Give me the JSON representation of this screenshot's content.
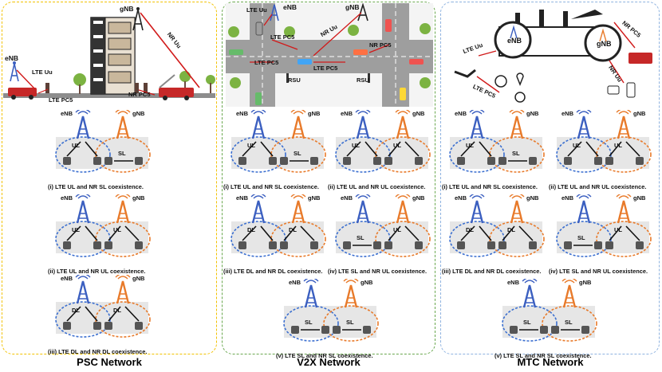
{
  "panels": {
    "psc": {
      "title": "PSC Network",
      "color": "#f2c200"
    },
    "v2x": {
      "title": "V2X Network",
      "color": "#6aa84f"
    },
    "mtc": {
      "title": "MTC Network",
      "color": "#8fb3e0"
    }
  },
  "colors": {
    "enb_tower": "#3b5fc0",
    "gnb_tower": "#e87a2a",
    "enb_ellipse": "#3b6fd0",
    "gnb_ellipse": "#e87a2a",
    "link": "#d11a1a"
  },
  "scene_labels": {
    "psc": {
      "enb": "eNB",
      "gnb": "gNB",
      "lte_uu": "LTE Uu",
      "nr_uu": "NR Uu",
      "lte_pc5": "LTE PC5",
      "nr_pc5": "NR PC5"
    },
    "v2x": {
      "lte_uu": "LTE Uu",
      "enb": "eNB",
      "gnb": "gNB",
      "lte_pc5_a": "LTE PC5",
      "nr_uu": "NR Uu",
      "nr_pc5": "NR PC5",
      "lte_pc5_b": "LTE PC5",
      "lte_pc5_c": "LTE PC5",
      "rsu_a": "RSU",
      "rsu_b": "RSU"
    },
    "mtc": {
      "enb": "eNB",
      "gnb": "gNB",
      "lte_uu": "LTE Uu",
      "nr_pc5": "NR PC5",
      "nr_uu": "NR Uu",
      "lte_pc5": "LTE PC5"
    }
  },
  "cells": {
    "psc": [
      {
        "enb": "eNB",
        "gnb": "gNB",
        "left_link": "UL",
        "right_link": "SL",
        "caption": "(i) LTE UL and NR SL coexistence."
      },
      {
        "enb": "eNB",
        "gnb": "gNB",
        "left_link": "UL",
        "right_link": "UL",
        "caption": "(ii) LTE UL and NR UL coexistence."
      },
      {
        "enb": "eNB",
        "gnb": "gNB",
        "left_link": "DL",
        "right_link": "DL",
        "caption": "(iii) LTE DL and NR DL coexistence."
      }
    ],
    "v2x": [
      {
        "enb": "eNB",
        "gnb": "gNB",
        "left_link": "UL",
        "right_link": "SL",
        "caption": "(i) LTE UL and NR SL coexistence."
      },
      {
        "enb": "eNB",
        "gnb": "gNB",
        "left_link": "UL",
        "right_link": "UL",
        "caption": "(ii) LTE UL and NR UL coexistence."
      },
      {
        "enb": "eNB",
        "gnb": "gNB",
        "left_link": "DL",
        "right_link": "DL",
        "caption": "(iii) LTE DL and NR DL coexistence."
      },
      {
        "enb": "eNB",
        "gnb": "gNB",
        "left_link": "SL",
        "right_link": "UL",
        "caption": "(iv) LTE SL and NR UL coexistence."
      },
      {
        "enb": "eNB",
        "gnb": "gNB",
        "left_link": "SL",
        "right_link": "SL",
        "caption": "(v) LTE SL and NR SL coexistence."
      }
    ],
    "mtc": [
      {
        "enb": "eNB",
        "gnb": "gNB",
        "left_link": "UL",
        "right_link": "SL",
        "caption": "(i) LTE UL and NR SL coexistence."
      },
      {
        "enb": "eNB",
        "gnb": "gNB",
        "left_link": "UL",
        "right_link": "UL",
        "caption": "(ii) LTE UL and NR UL coexistence."
      },
      {
        "enb": "eNB",
        "gnb": "gNB",
        "left_link": "DL",
        "right_link": "DL",
        "caption": "(iii) LTE DL and NR DL coexistence."
      },
      {
        "enb": "eNB",
        "gnb": "gNB",
        "left_link": "SL",
        "right_link": "UL",
        "caption": "(iv) LTE SL and NR UL coexistence."
      },
      {
        "enb": "eNB",
        "gnb": "gNB",
        "left_link": "SL",
        "right_link": "SL",
        "caption": "(v) LTE SL and NR SL coexistence."
      }
    ]
  }
}
